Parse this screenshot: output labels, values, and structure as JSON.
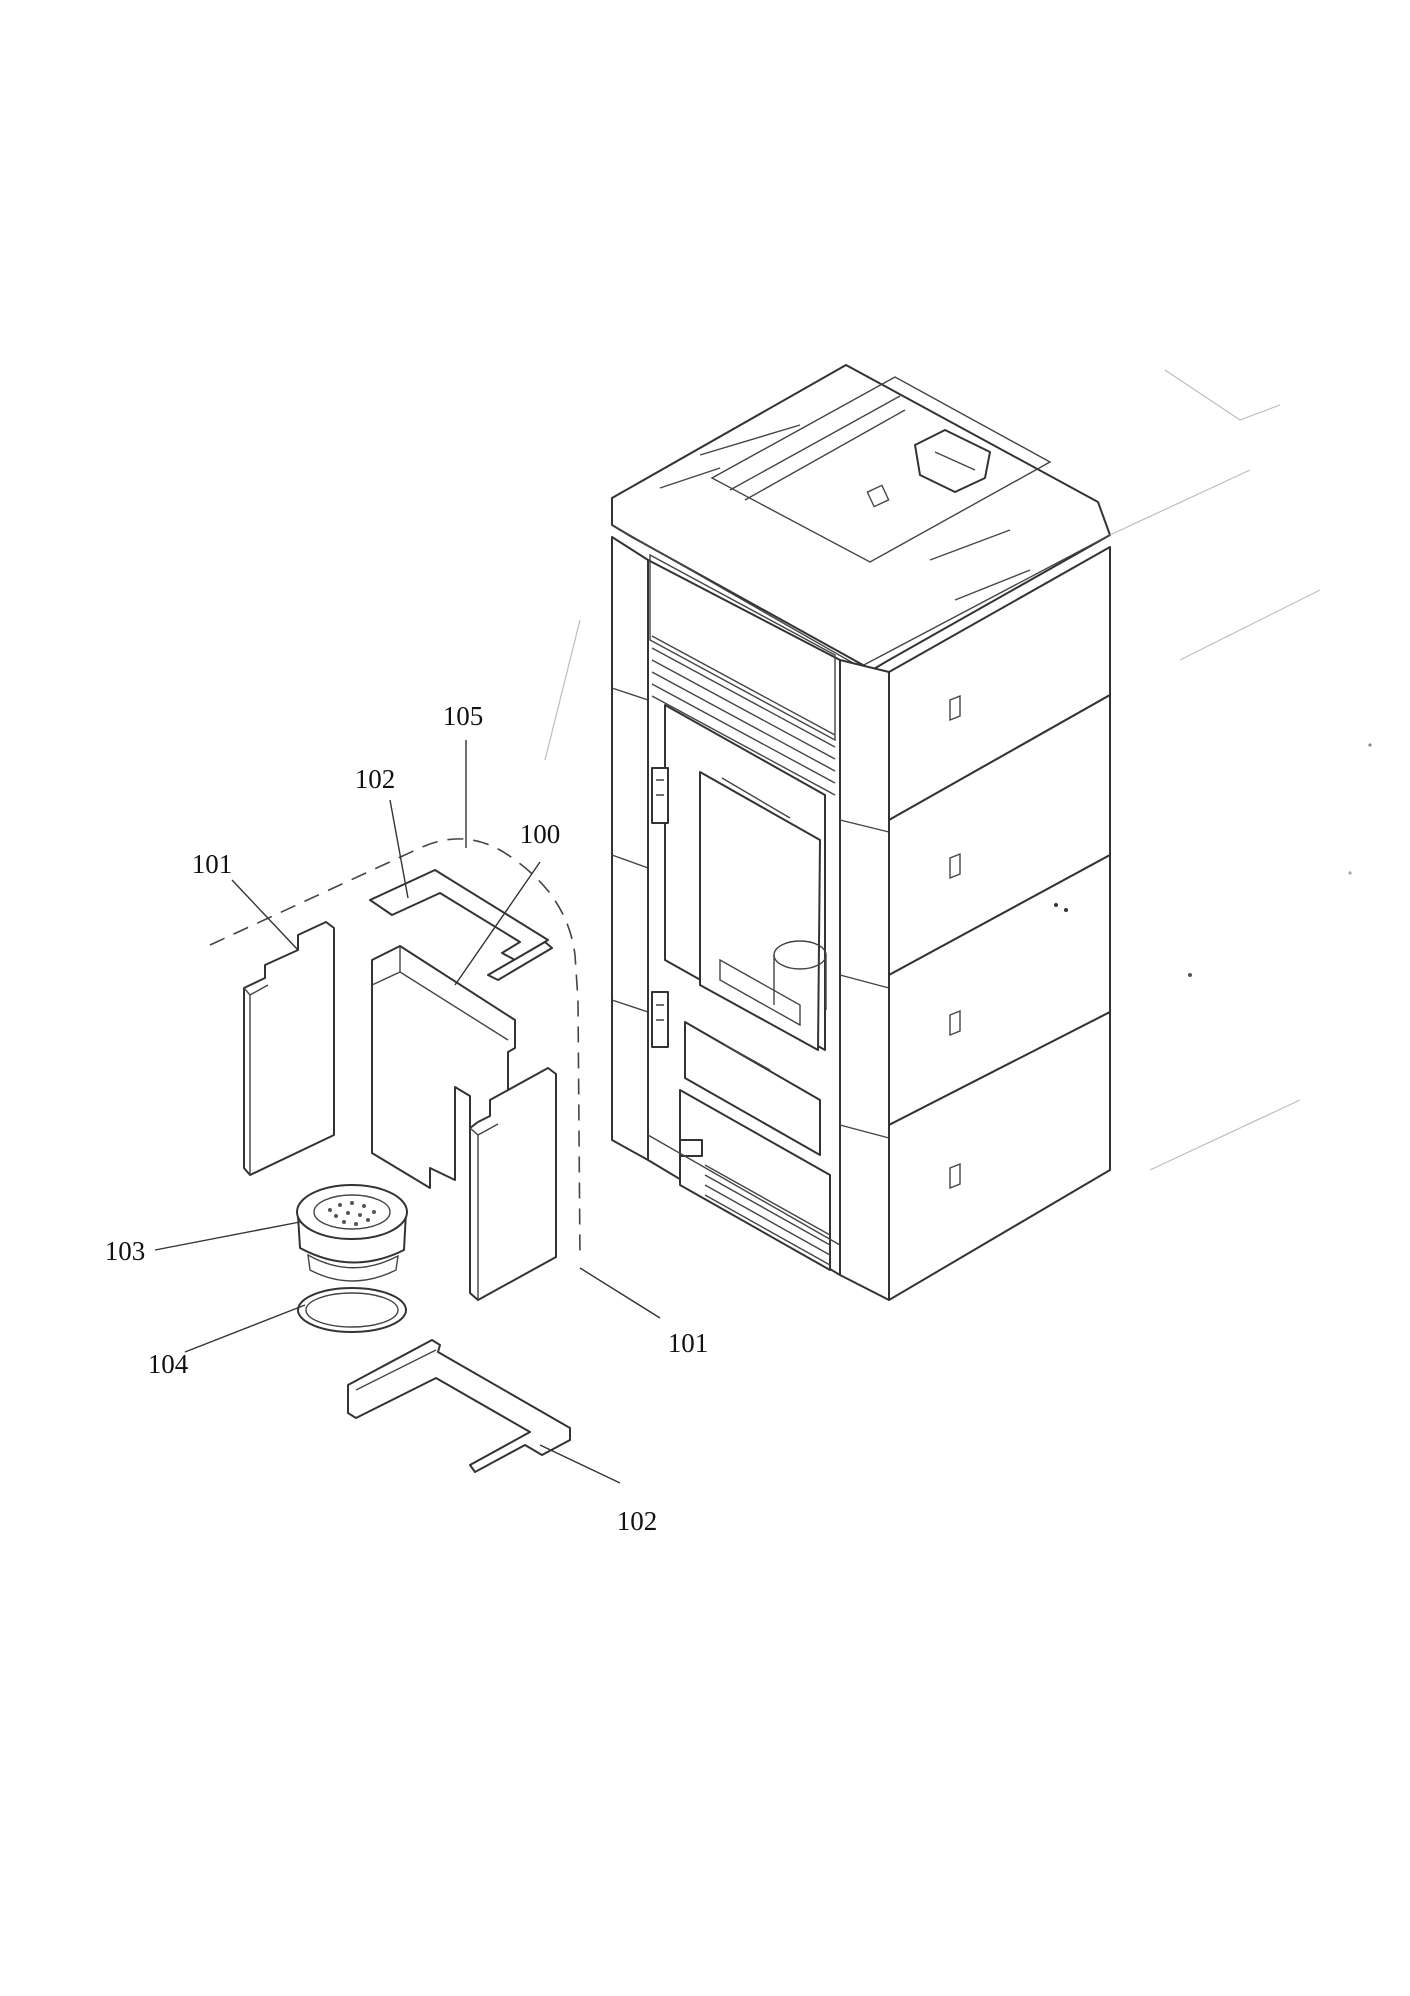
{
  "labels": {
    "c100": "100",
    "c101_left": "101",
    "c101_right": "101",
    "c102_top": "102",
    "c102_bottom": "102",
    "c103": "103",
    "c104": "104",
    "c105": "105"
  },
  "colors": {
    "line": "#333333",
    "faint": "#bdbdbd",
    "background": "#ffffff"
  }
}
